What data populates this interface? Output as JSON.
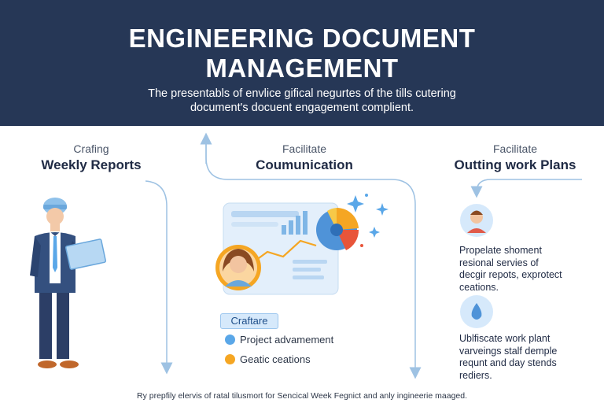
{
  "header": {
    "title_line1": "ENGINEERING DOCUMENT",
    "title_line2": "MANAGEMENT",
    "subtitle_line1": "The presentabls of envlice gifical negurtes of the tills cutering",
    "subtitle_line2": "document's docuent engagement complient."
  },
  "columns": {
    "left": {
      "small": "Crafing",
      "big": "Weekly Reports"
    },
    "center": {
      "small": "Facilitate",
      "big": "Coumunication"
    },
    "right": {
      "small": "Facilitate",
      "big": "Outting work Plans"
    }
  },
  "legend": {
    "chip_label": "Craftare",
    "items": [
      {
        "label": "Project advamement",
        "color": "#5aa7e8"
      },
      {
        "label": "Geatic ceations",
        "color": "#f5a623"
      }
    ]
  },
  "right_text": {
    "block1": [
      "Propelate shoment",
      "resional servies of",
      "decgir repots, exprotect",
      "ceations."
    ],
    "block2": [
      "Ublfiscate work plant",
      "varveings stalf demple",
      "requnt and day stends",
      "rediers."
    ]
  },
  "footer": {
    "text": "Ry prepfily elervis of ratal tilusmort for Sencical Week Fegnict and anly ingineerie maaged."
  },
  "colors": {
    "header_bg": "#263756",
    "accent_blue": "#5aa7e8",
    "accent_orange": "#f5a623",
    "connector": "#9ec2e3"
  }
}
